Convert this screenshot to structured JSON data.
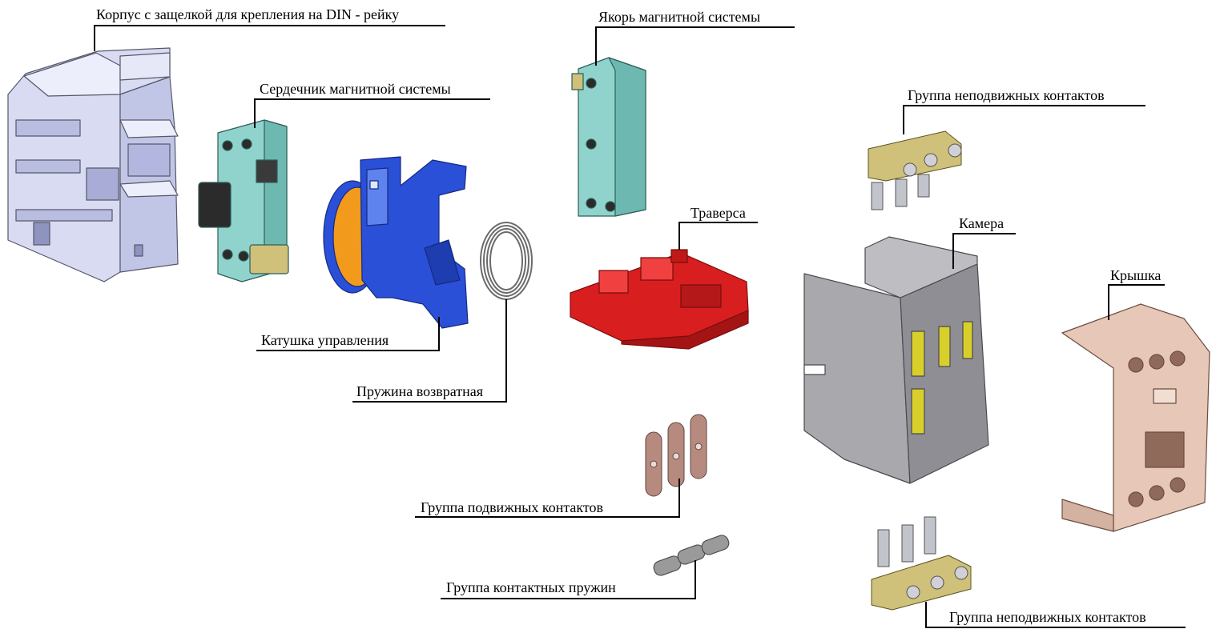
{
  "labels": {
    "housing": "Корпус с защелкой для крепления на DIN - рейку",
    "core": "Сердечник магнитной системы",
    "armature": "Якорь магнитной системы",
    "fixed_contacts_top": "Группа неподвижных контактов",
    "traverse": "Траверса",
    "chamber": "Камера",
    "cover": "Крышка",
    "coil": "Катушка управления",
    "return_spring": "Пружина возвратная",
    "moving_contacts": "Группа подвижных контактов",
    "contact_springs": "Группа контактных пружин",
    "fixed_contacts_bottom": "Группа неподвижных контактов"
  },
  "colors": {
    "housing": "#dcdff5",
    "core": "#8fd3cc",
    "armature": "#8fd3cc",
    "coil_body": "#2a50d8",
    "coil_winding": "#f29a1c",
    "traverse": "#d81e1e",
    "chamber": "#a9a9ad",
    "cover": "#e6c7b8",
    "contact_brass": "#cfc07a",
    "moving_contact": "#b78a80",
    "spring": "#8a8a8a"
  }
}
